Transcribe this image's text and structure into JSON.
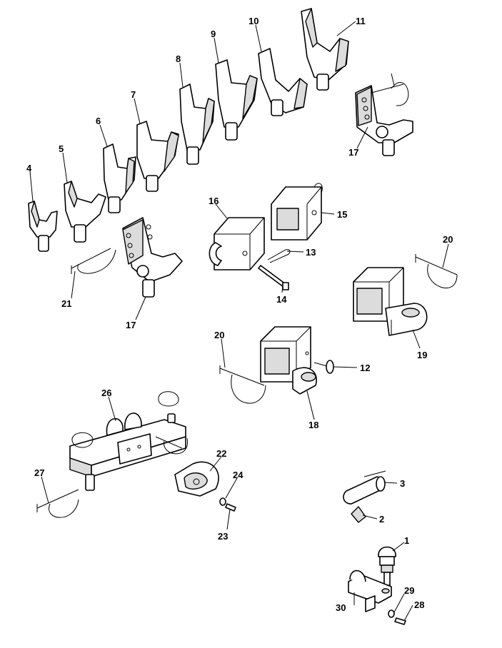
{
  "labels": {
    "p1": "1",
    "p2": "2",
    "p3": "3",
    "p4": "4",
    "p5": "5",
    "p6": "6",
    "p7": "7",
    "p8": "8",
    "p9": "9",
    "p10": "10",
    "p11": "11",
    "p12": "12",
    "p13": "13",
    "p14": "14",
    "p15": "15",
    "p16": "16",
    "p17a": "17",
    "p17b": "17",
    "p18": "18",
    "p19": "19",
    "p20a": "20",
    "p20b": "20",
    "p21": "21",
    "p22": "22",
    "p23": "23",
    "p24": "24",
    "p26": "26",
    "p27": "27",
    "p28": "28",
    "p29": "29",
    "p30": "30"
  },
  "colors": {
    "line": "#000000",
    "background": "#ffffff",
    "shade": "#dcdcdc"
  }
}
